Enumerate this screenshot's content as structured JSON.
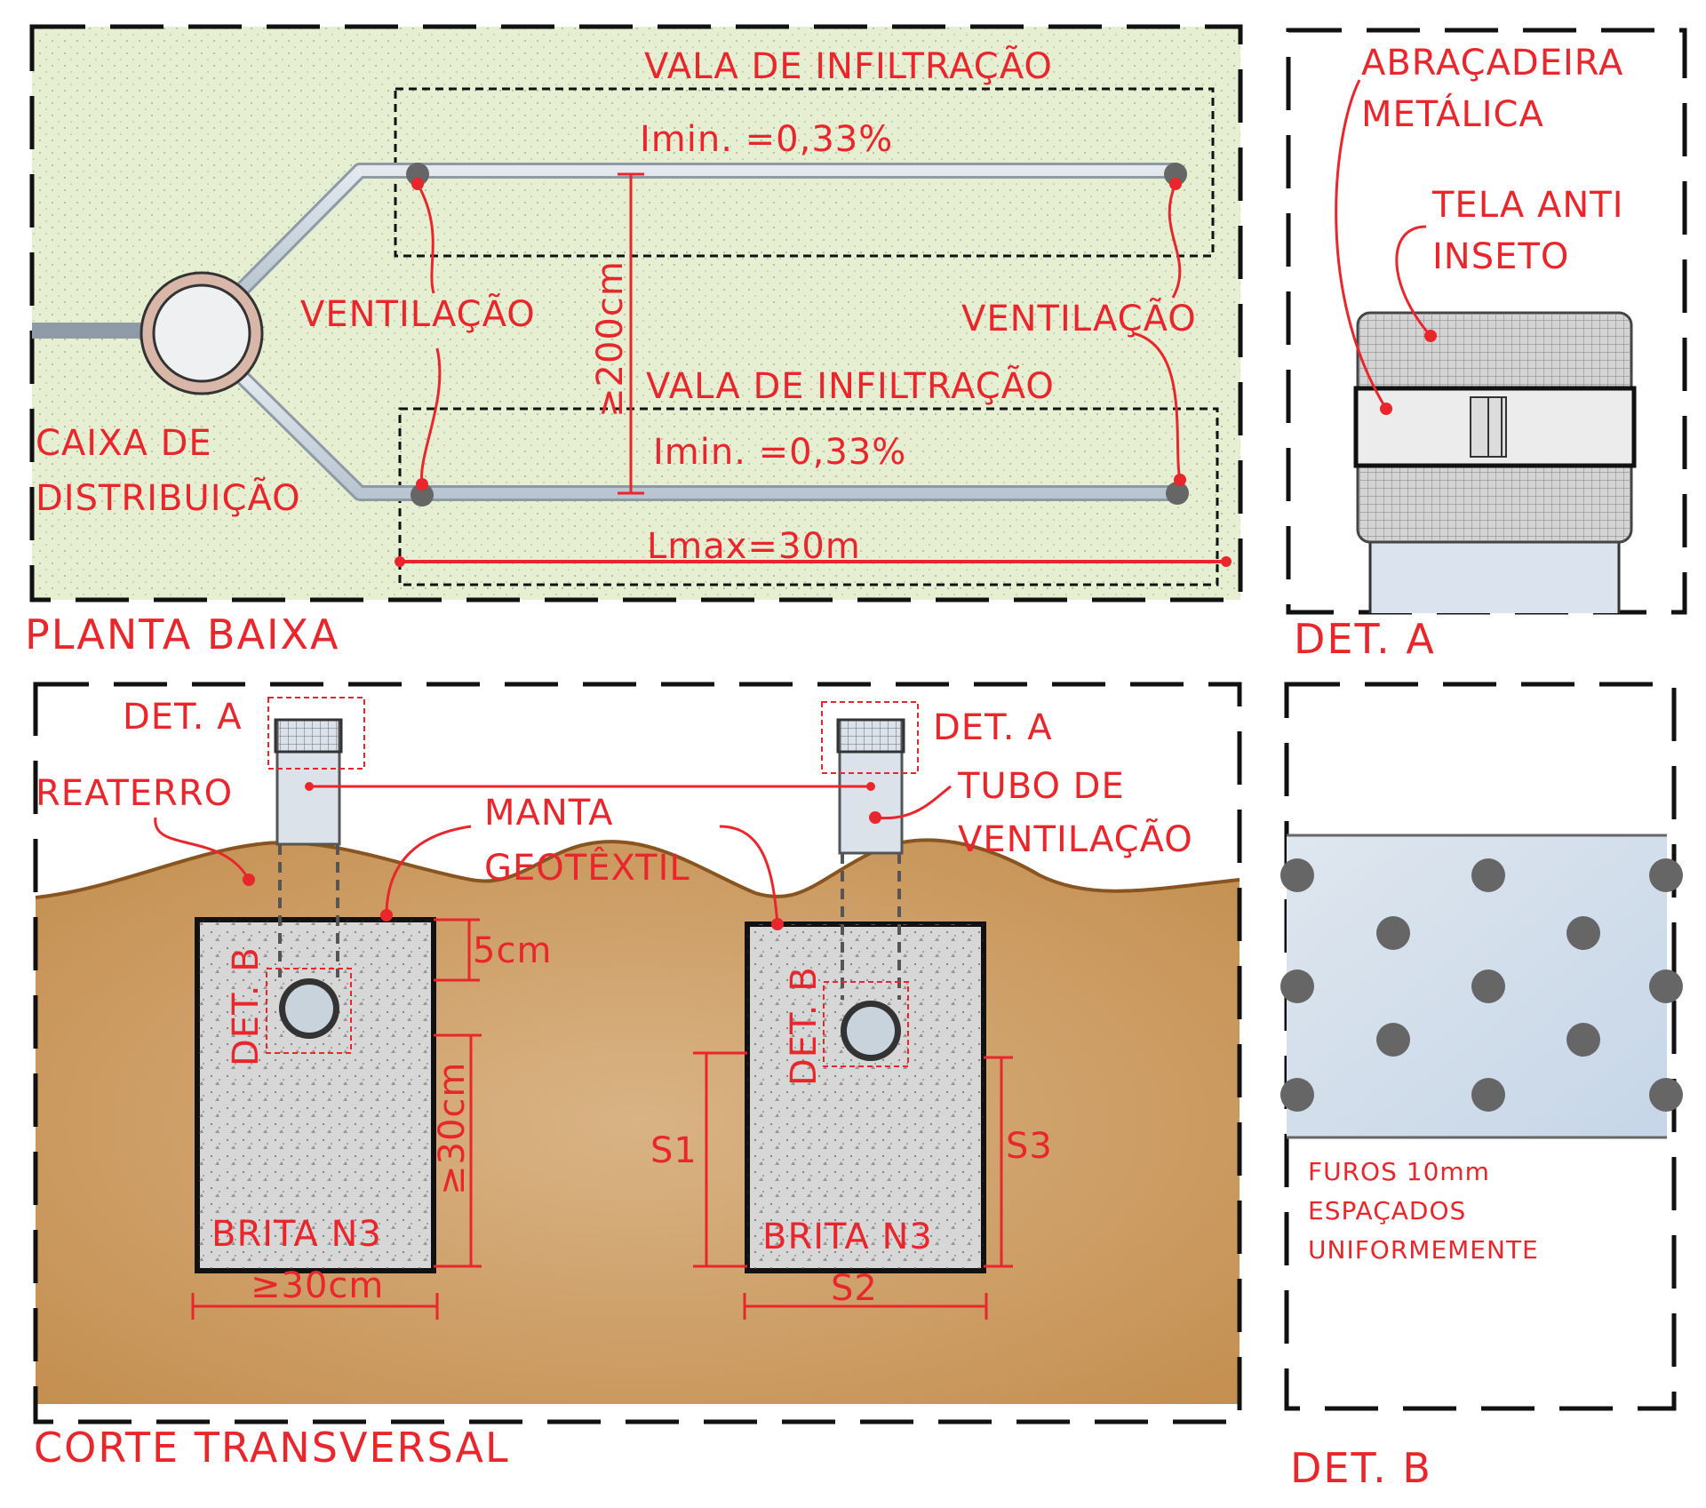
{
  "plan": {
    "title": "PLANTA BAIXA",
    "trench_top": "VALA DE INFILTRAÇÃO",
    "trench_bottom": "VALA DE INFILTRAÇÃO",
    "slope_top": "Imin. =0,33%",
    "slope_bottom": "Imin. =0,33%",
    "vent_left": "VENTILAÇÃO",
    "vent_right": "VENTILAÇÃO",
    "spacing": "≥200cm",
    "box_line1": "CAIXA DE",
    "box_line2": "DISTRIBUIÇÃO",
    "length": "Lmax=30m"
  },
  "det_a": {
    "title": "DET. A",
    "clamp_line1": "ABRAÇADEIRA",
    "clamp_line2": "METÁLICA",
    "screen_line1": "TELA ANTI",
    "screen_line2": "INSETO"
  },
  "section": {
    "title": "CORTE TRANSVERSAL",
    "deta_left": "DET. A",
    "deta_right": "DET. A",
    "backfill": "REATERRO",
    "geo_line1": "MANTA",
    "geo_line2": "GEOTÊXTIL",
    "tube_line1": "TUBO DE",
    "tube_line2": "VENTILAÇÃO",
    "dim_5cm": "5cm",
    "dim_height": "≥30cm",
    "dim_width": "≥30cm",
    "gravel_left": "BRITA N3",
    "gravel_right": "BRITA N3",
    "detb_left": "DET. B",
    "detb_right": "DET. B",
    "s1": "S1",
    "s2": "S2",
    "s3": "S3"
  },
  "det_b": {
    "title": "DET. B",
    "note_line1": "FUROS 10mm",
    "note_line2": "ESPAÇADOS",
    "note_line3": "UNIFORMEMENTE"
  },
  "colors": {
    "annotation": "#e8262b",
    "plan_bg": "#e6efd2",
    "soil": "#c99a5e",
    "soil_line": "#8a5420",
    "pipe": "#c7d2dc",
    "gravel": "#d9d9d9",
    "frame": "#111111"
  }
}
